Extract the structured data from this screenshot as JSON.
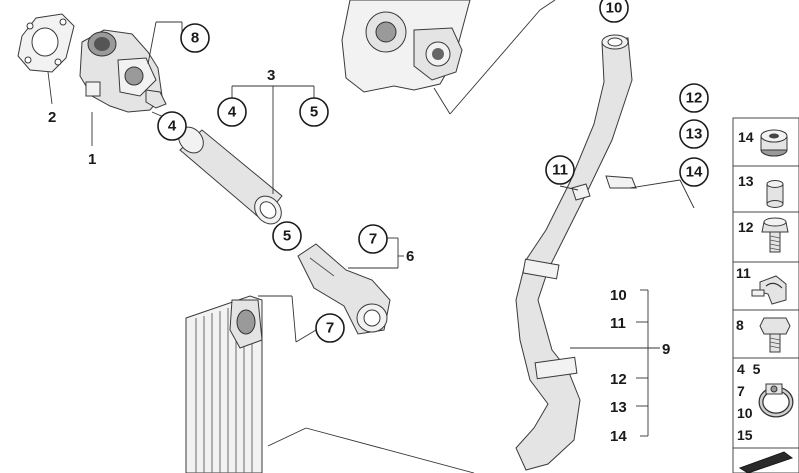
{
  "callouts": {
    "c8": "8",
    "c4a": "4",
    "c4b": "4",
    "c5a": "5",
    "c5b": "5",
    "c7a": "7",
    "c7b": "7",
    "c10": "10",
    "c11": "11",
    "c12": "12",
    "c13": "13",
    "c14": "14"
  },
  "labels": {
    "l1": "1",
    "l2": "2",
    "l3": "3",
    "l6": "6",
    "l9": "9"
  },
  "group9": [
    "10",
    "11",
    "12",
    "13",
    "14"
  ],
  "legend": [
    {
      "label": "14",
      "icon": "grommet-icon"
    },
    {
      "label": "13",
      "icon": "sleeve-icon"
    },
    {
      "label": "12",
      "icon": "bolt-icon"
    },
    {
      "label": "11",
      "icon": "clip-icon"
    },
    {
      "label": "8",
      "icon": "hex-bolt-icon"
    },
    {
      "label_lines": [
        "4  5",
        "7",
        "10",
        "15"
      ],
      "icon": "hose-clamp-icon"
    },
    {
      "label": "",
      "icon": "seal-strip-icon"
    }
  ]
}
